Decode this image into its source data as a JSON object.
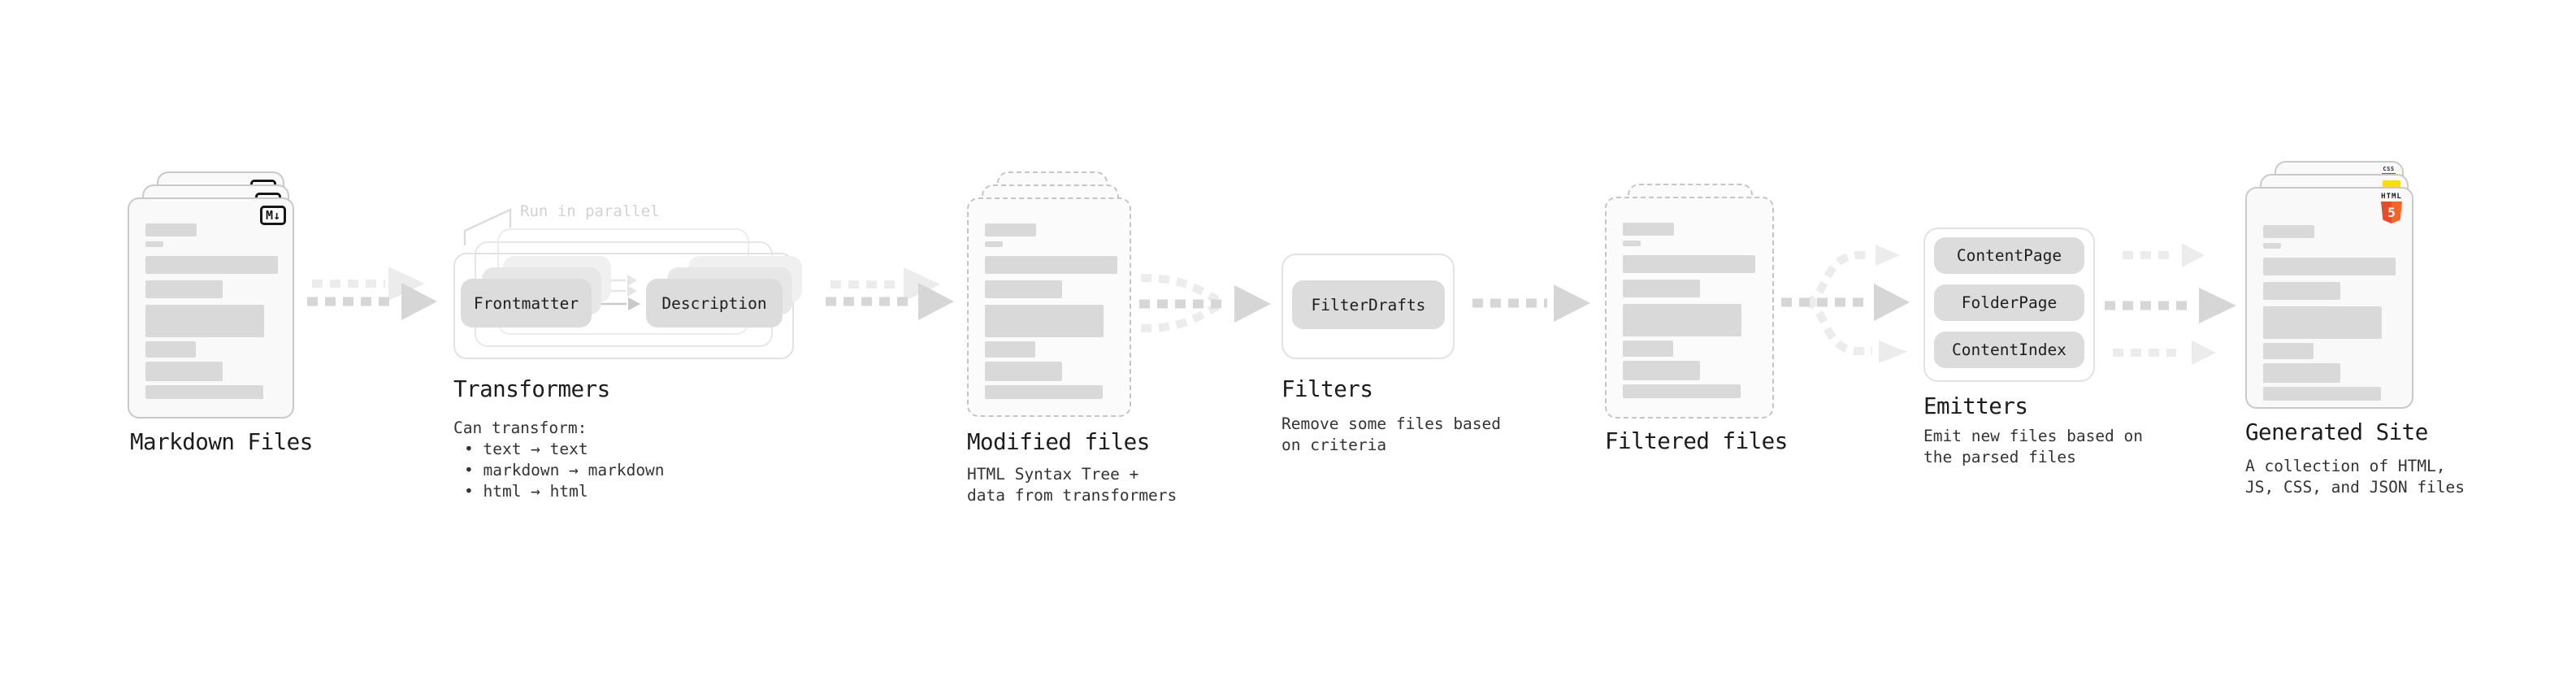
{
  "stages": {
    "markdown_files": {
      "label": "Markdown Files",
      "badge": "M↓"
    },
    "transformers": {
      "label": "Transformers",
      "annotation": "Run in parallel",
      "nodes": [
        "Frontmatter",
        "Description"
      ],
      "description_lines": [
        "Can transform:",
        "• text → text",
        "• markdown → markdown",
        "• html → html"
      ]
    },
    "modified_files": {
      "label": "Modified files",
      "description_lines": [
        "HTML Syntax Tree +",
        "data from transformers"
      ]
    },
    "filters": {
      "label": "Filters",
      "nodes": [
        "FilterDrafts"
      ],
      "description_lines": [
        "Remove some files based",
        "on criteria"
      ]
    },
    "filtered_files": {
      "label": "Filtered files"
    },
    "emitters": {
      "label": "Emitters",
      "nodes": [
        "ContentPage",
        "FolderPage",
        "ContentIndex"
      ],
      "description_lines": [
        "Emit new files based on",
        "the parsed files"
      ]
    },
    "generated_site": {
      "label": "Generated Site",
      "description_lines": [
        "A collection of HTML,",
        "JS, CSS, and JSON files"
      ],
      "badges": {
        "html5_title": "HTML",
        "html5_number": "5",
        "css": "CSS"
      }
    }
  },
  "colors": {
    "doc_fill": "#f9f9f9",
    "doc_border": "#c9c9c9",
    "bar_fill": "#d9d9d9",
    "chip_fill": "#dcdcdc",
    "arrow_main": "#d6d6d6",
    "arrow_light": "#ececec",
    "annotation": "#d2d2d2",
    "html5_badge_left": "#e44d26",
    "html5_badge_right": "#f16529",
    "js_badge": "#ffdd00",
    "css_badge_bar": "#2965e0"
  }
}
